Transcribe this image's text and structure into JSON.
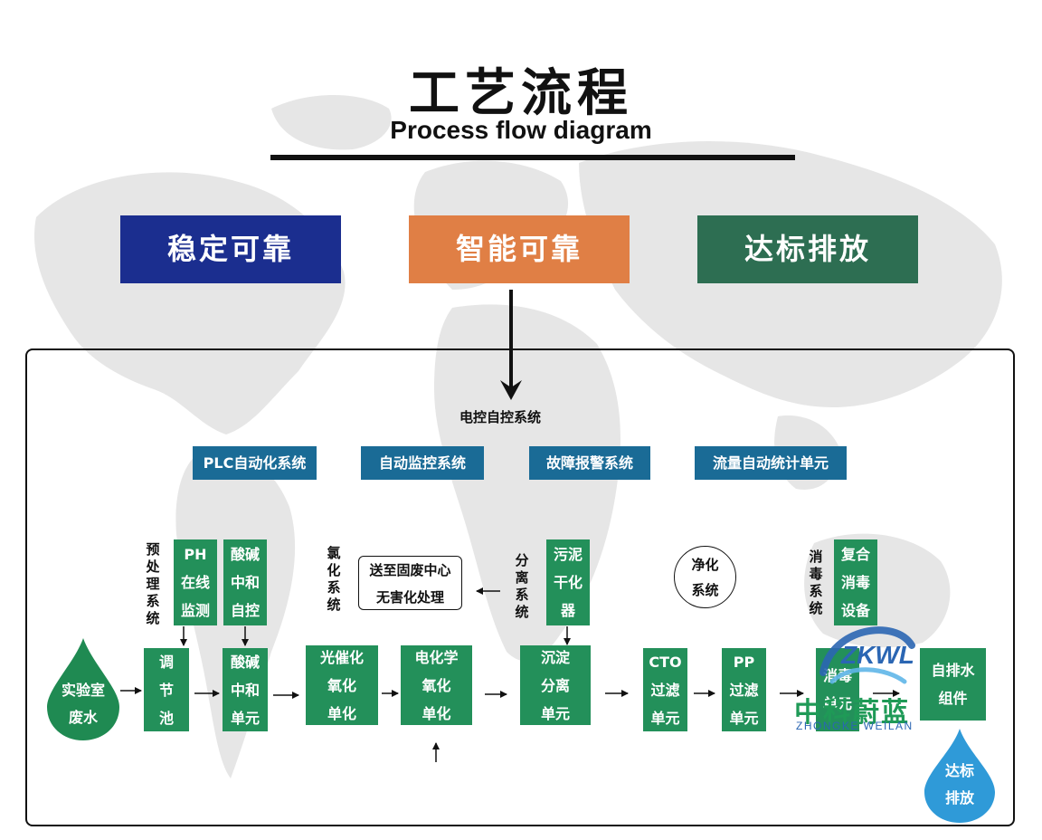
{
  "header": {
    "title_cn": "工艺流程",
    "title_en": "Process flow diagram"
  },
  "features": [
    {
      "label": "稳定可靠",
      "color": "#1b2e8f"
    },
    {
      "label": "智能可靠",
      "color": "#e07f45"
    },
    {
      "label": "达标排放",
      "color": "#2d6e52"
    }
  ],
  "control": {
    "title": "电控自控系统",
    "systems": [
      "PLC自动化系统",
      "自动监控系统",
      "故障报警系统",
      "流量自动统计单元"
    ]
  },
  "side_labels": {
    "pretreatment": "预\n处\n理\n系\n统",
    "chlorination": "氯\n化\n系\n统",
    "separation": "分\n离\n系\n统",
    "disinfection": "消\n毒\n系\n统"
  },
  "top_boxes": {
    "ph": "PH\n在线\n监测",
    "acid_base_auto": "酸碱\n中和\n自控",
    "sludge": "污泥\n干化\n器",
    "disinfect_equip": "复合\n消毒\n设备"
  },
  "note_box": "送至固废中心\n无害化处理",
  "purify_circle": "净化\n系统",
  "process": {
    "source": "实验室\n废水",
    "steps": [
      "调\n节\n池",
      "酸碱\n中和\n单元",
      "光催化\n氧化\n单化",
      "电化学\n氧化\n单化",
      "沉淀\n分离\n单元",
      "CTO\n过滤\n单元",
      "PP\n过滤\n单元",
      "消毒\n单元",
      "自排水\n组件"
    ],
    "output": "达标\n排放"
  },
  "logo": {
    "mark": "ZKWL",
    "name_cn": "中科蔚蓝",
    "name_en": "ZHONGKE WEILAN"
  },
  "colors": {
    "process_green": "#23905a",
    "system_blue": "#1a6b96",
    "drop_green": "#1f8a52",
    "drop_blue": "#2f9ad8",
    "map_gray": "#e6e6e6"
  }
}
